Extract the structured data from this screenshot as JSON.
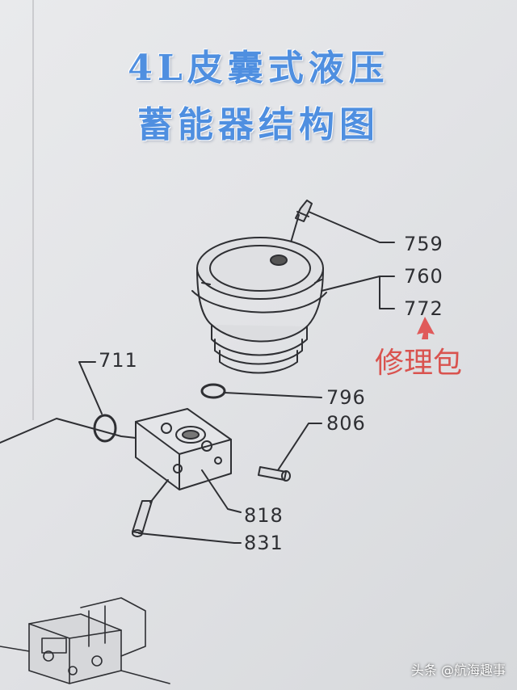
{
  "title": {
    "line1": "4L皮囊式液压",
    "line2": "蓄能器结构图"
  },
  "parts": {
    "p759": "759",
    "p760": "760",
    "p772": "772",
    "p711": "711",
    "p796": "796",
    "p806": "806",
    "p818": "818",
    "p831": "831"
  },
  "annotation": {
    "repair_kit": "修理包",
    "arrow_color": "#e05a5a"
  },
  "watermark": "头条 @航海趣事",
  "colors": {
    "title": "#4f8fe0",
    "line": "#2e2f33"
  }
}
